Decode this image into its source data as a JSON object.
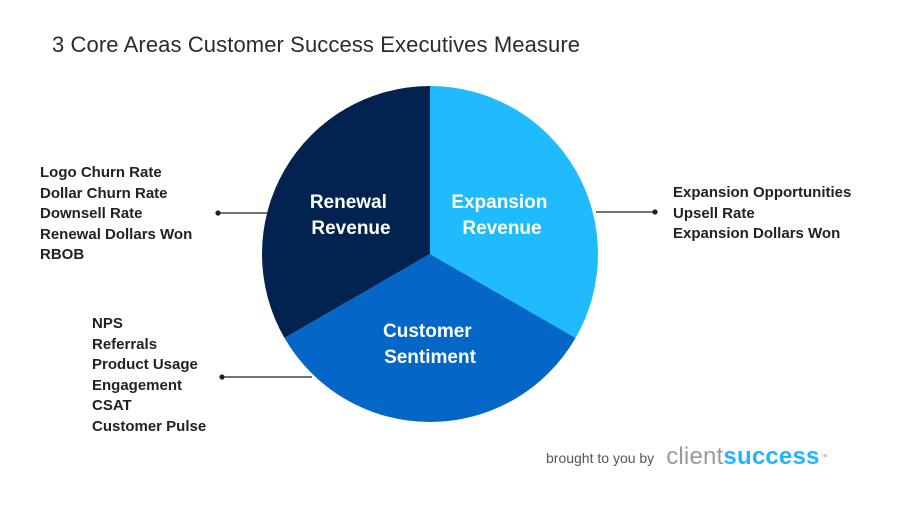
{
  "title": "3 Core Areas Customer Success Executives Measure",
  "segments": [
    {
      "id": "renewal",
      "label_lines": [
        "Renewal",
        "Revenue"
      ],
      "color": "#022350",
      "metrics": [
        "Logo Churn Rate",
        "Dollar Churn Rate",
        "Downsell Rate",
        "Renewal Dollars Won",
        "RBOB"
      ]
    },
    {
      "id": "expansion",
      "label_lines": [
        "Expansion",
        "Revenue"
      ],
      "color": "#20bbfc",
      "metrics": [
        "Expansion Opportunities",
        "Upsell Rate",
        "Expansion Dollars Won"
      ]
    },
    {
      "id": "sentiment",
      "label_lines": [
        "Customer",
        "Sentiment"
      ],
      "color": "#0466c6",
      "metrics": [
        "NPS",
        "Referrals",
        "Product Usage",
        "Engagement",
        "CSAT",
        "Customer Pulse"
      ]
    }
  ],
  "footer": {
    "tagline": "brought to you by",
    "brand_part1": "client",
    "brand_part2": "success",
    "trademark": "™",
    "brand_accent": "#1fb6ff"
  }
}
